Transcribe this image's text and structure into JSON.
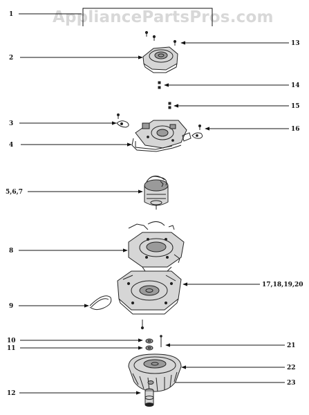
{
  "watermark": "AppliancePartsPros.com",
  "callouts": [
    {
      "label": "1"
    },
    {
      "label": "2"
    },
    {
      "label": "13"
    },
    {
      "label": "14"
    },
    {
      "label": "15"
    },
    {
      "label": "3"
    },
    {
      "label": "16"
    },
    {
      "label": "4"
    },
    {
      "label": "5,6,7"
    },
    {
      "label": "8"
    },
    {
      "label": "17,18,19,20"
    },
    {
      "label": "9"
    },
    {
      "label": "10"
    },
    {
      "label": "11"
    },
    {
      "label": "21"
    },
    {
      "label": "22"
    },
    {
      "label": "23"
    },
    {
      "label": "12"
    }
  ]
}
